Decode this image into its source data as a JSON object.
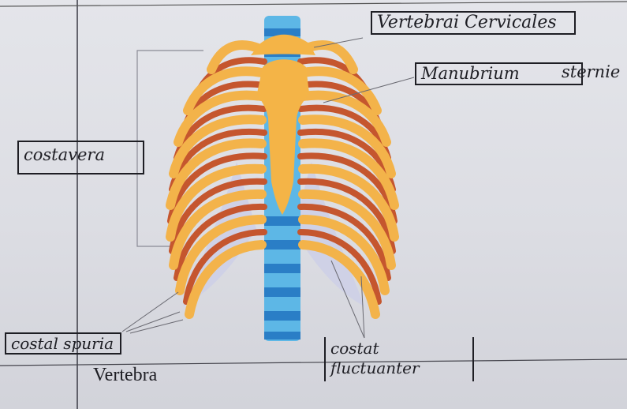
{
  "labels": {
    "cervical": "Vertebrai Cervicales",
    "manubrium_box": "Manubrium",
    "manubrium_rest": "sternie",
    "costavera": "costavera",
    "spuria": "costal spuria",
    "fluct_line1": "costat",
    "fluct_line2": "fluctuanter",
    "vertebra": "Vertebra"
  },
  "colors": {
    "rib": "#f2b24a",
    "rib_shadow": "#c4572f",
    "cartilage": "#cfd2e4",
    "sternum": "#f4b447",
    "spine_light": "#5fb8e6",
    "spine_dark": "#2a7fc7"
  }
}
